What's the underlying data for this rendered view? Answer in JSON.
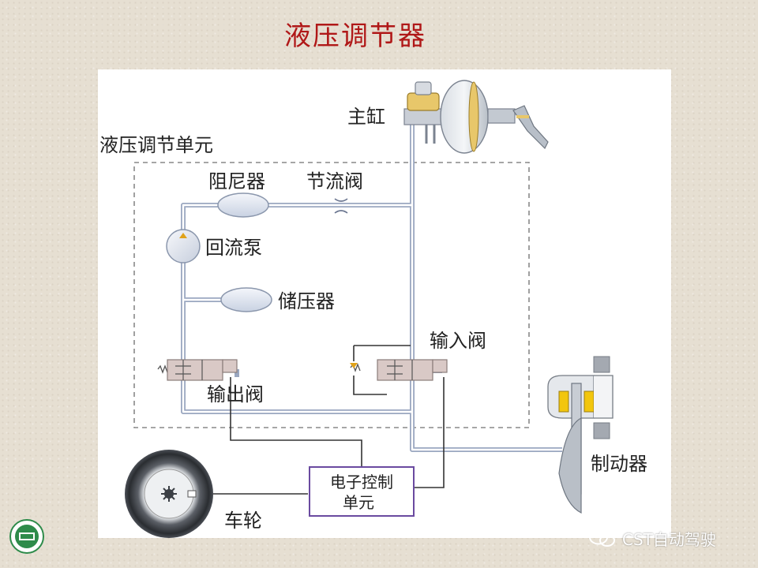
{
  "slide": {
    "title": "液压调节器"
  },
  "diagram": {
    "unit_label": "液压调节单元",
    "master_cylinder": "主缸",
    "damper": "阻尼器",
    "throttle_valve": "节流阀",
    "return_pump": "回流泵",
    "accumulator": "储压器",
    "inlet_valve": "输入阀",
    "outlet_valve": "输出阀",
    "brake": "制动器",
    "ecu_line1": "电子控制",
    "ecu_line2": "单元",
    "wheel": "车轮"
  },
  "watermark": {
    "text": "CST自动驾驶"
  },
  "colors": {
    "title": "#b01818",
    "line": "#9aa7c0",
    "ecu_border": "#6a4aa0"
  }
}
